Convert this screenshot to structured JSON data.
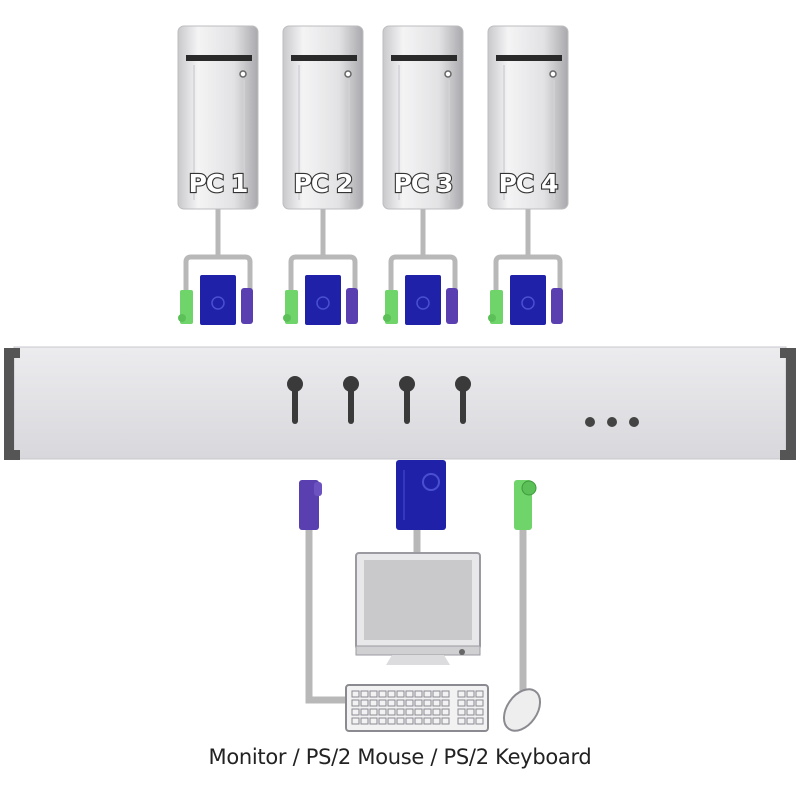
{
  "pcs": [
    {
      "label": "PC 1"
    },
    {
      "label": "PC 2"
    },
    {
      "label": "PC 3"
    },
    {
      "label": "PC 4"
    }
  ],
  "switch": {
    "ports_shown": 4,
    "more_indicator": "..."
  },
  "caption": "Monitor / PS/2 Mouse / PS/2 Keyboard",
  "colors": {
    "vga": "#1f22a8",
    "ps2_keyboard": "#6fd46a",
    "ps2_mouse": "#5a3fb0",
    "cable": "#b8b8b8",
    "switch_body": "#e2e2e6",
    "switch_bracket": "#555555"
  }
}
